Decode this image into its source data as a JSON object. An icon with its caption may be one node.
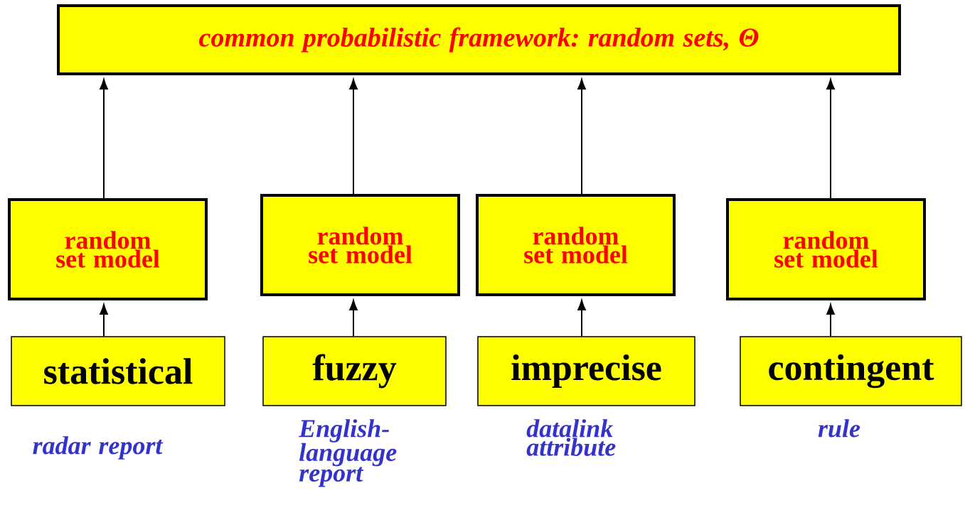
{
  "diagram": {
    "nodes": [
      {
        "text": [
          "common probabilistic framework: random sets,  Θ"
        ]
      },
      {
        "text": [
          "random set model"
        ]
      },
      {
        "text": [
          "random set model"
        ]
      },
      {
        "text": [
          "random set model"
        ]
      },
      {
        "text": [
          "random set model"
        ]
      },
      {
        "text": [
          "statistical"
        ],
        "beside": [
          "radar report"
        ]
      },
      {
        "text": [
          "fuzzy"
        ],
        "beside": [
          "English-language report"
        ]
      },
      {
        "text": [
          "imprecise"
        ],
        "beside": [
          "datalink attribute"
        ]
      },
      {
        "text": [
          "contingent"
        ],
        "beside": [
          "rule"
        ]
      }
    ],
    "edges": [
      {
        "from": 5,
        "to": 1,
        "arrow": "to"
      },
      {
        "from": 6,
        "to": 2,
        "arrow": "to"
      },
      {
        "from": 7,
        "to": 3,
        "arrow": "to"
      },
      {
        "from": 8,
        "to": 4,
        "arrow": "to"
      },
      {
        "from": 1,
        "to": 0,
        "arrow": "to"
      },
      {
        "from": 2,
        "to": 0,
        "arrow": "to"
      },
      {
        "from": 3,
        "to": 0,
        "arrow": "to"
      },
      {
        "from": 4,
        "to": 0,
        "arrow": "to"
      }
    ]
  }
}
